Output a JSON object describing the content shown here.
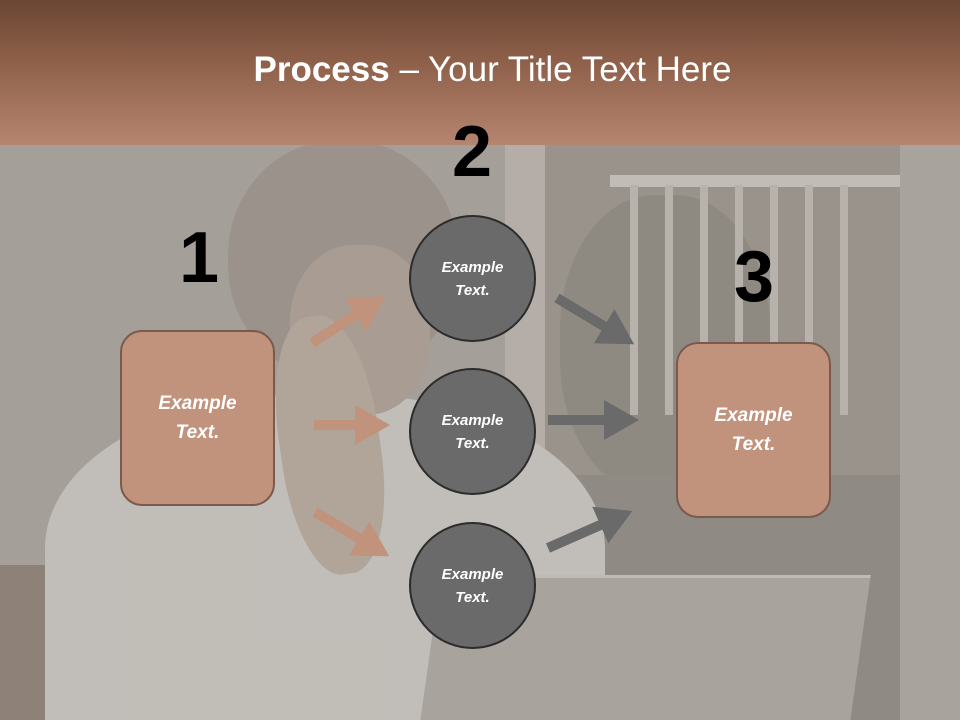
{
  "title": {
    "bold": "Process",
    "rest": " – Your Title Text Here"
  },
  "steps": {
    "step1_number": "1",
    "step2_number": "2",
    "step3_number": "3"
  },
  "boxes": {
    "left": "Example\nText.",
    "right": "Example\nText."
  },
  "circles": [
    "Example\nText.",
    "Example\nText.",
    "Example\nText."
  ],
  "colors": {
    "header": "#8c5e48",
    "box_fill": "#c1927c",
    "circle_fill": "#6a6a6a",
    "arrow_brown": "#c1927c",
    "arrow_gray": "#6a6a6a"
  }
}
